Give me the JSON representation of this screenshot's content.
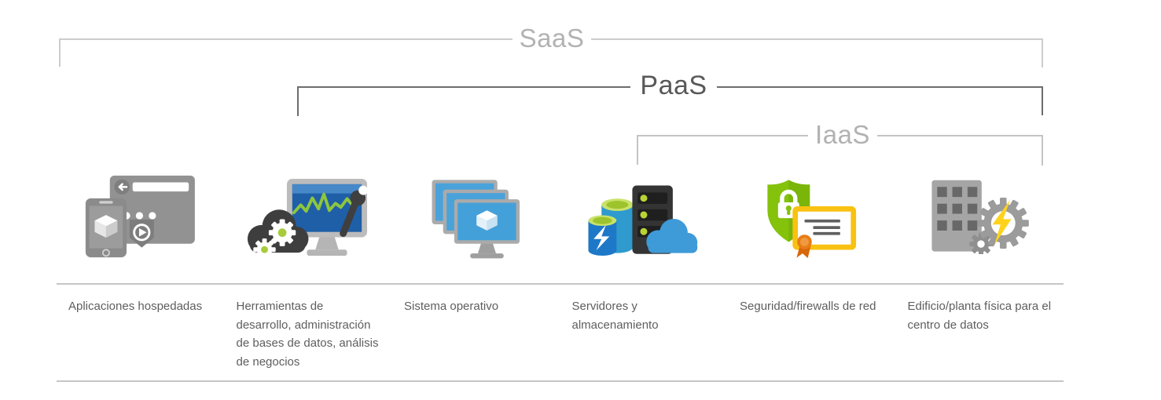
{
  "brackets": [
    {
      "id": "saas",
      "label": "SaaS"
    },
    {
      "id": "paas",
      "label": "PaaS"
    },
    {
      "id": "iaas",
      "label": "IaaS"
    }
  ],
  "columns": [
    {
      "icon": "hosted-applications-icon",
      "label_lines": [
        "Aplicaciones hospedadas"
      ]
    },
    {
      "icon": "development-tools-icon",
      "label_lines": [
        "Herramientas de",
        "desarrollo, administración",
        "de bases de datos, análisis",
        "de negocios"
      ]
    },
    {
      "icon": "operating-system-icon",
      "label_lines": [
        "Sistema operativo"
      ]
    },
    {
      "icon": "servers-storage-icon",
      "label_lines": [
        "Servidores y",
        "almacenamiento"
      ]
    },
    {
      "icon": "network-security-icon",
      "label_lines": [
        "Seguridad/firewalls de red"
      ]
    },
    {
      "icon": "datacenter-building-icon",
      "label_lines": [
        "Edificio/planta física para el",
        "centro de datos"
      ]
    }
  ],
  "colors": {
    "background": "#ffffff",
    "saas_line": "#cccccc",
    "saas_text": "#b2b2b2",
    "paas_line": "#6d6d6d",
    "paas_text": "#595959",
    "iaas_line": "#c4c4c4",
    "iaas_text": "#b2b2b2",
    "divider": "#c6c6c6",
    "label_text": "#5e5e5e"
  }
}
